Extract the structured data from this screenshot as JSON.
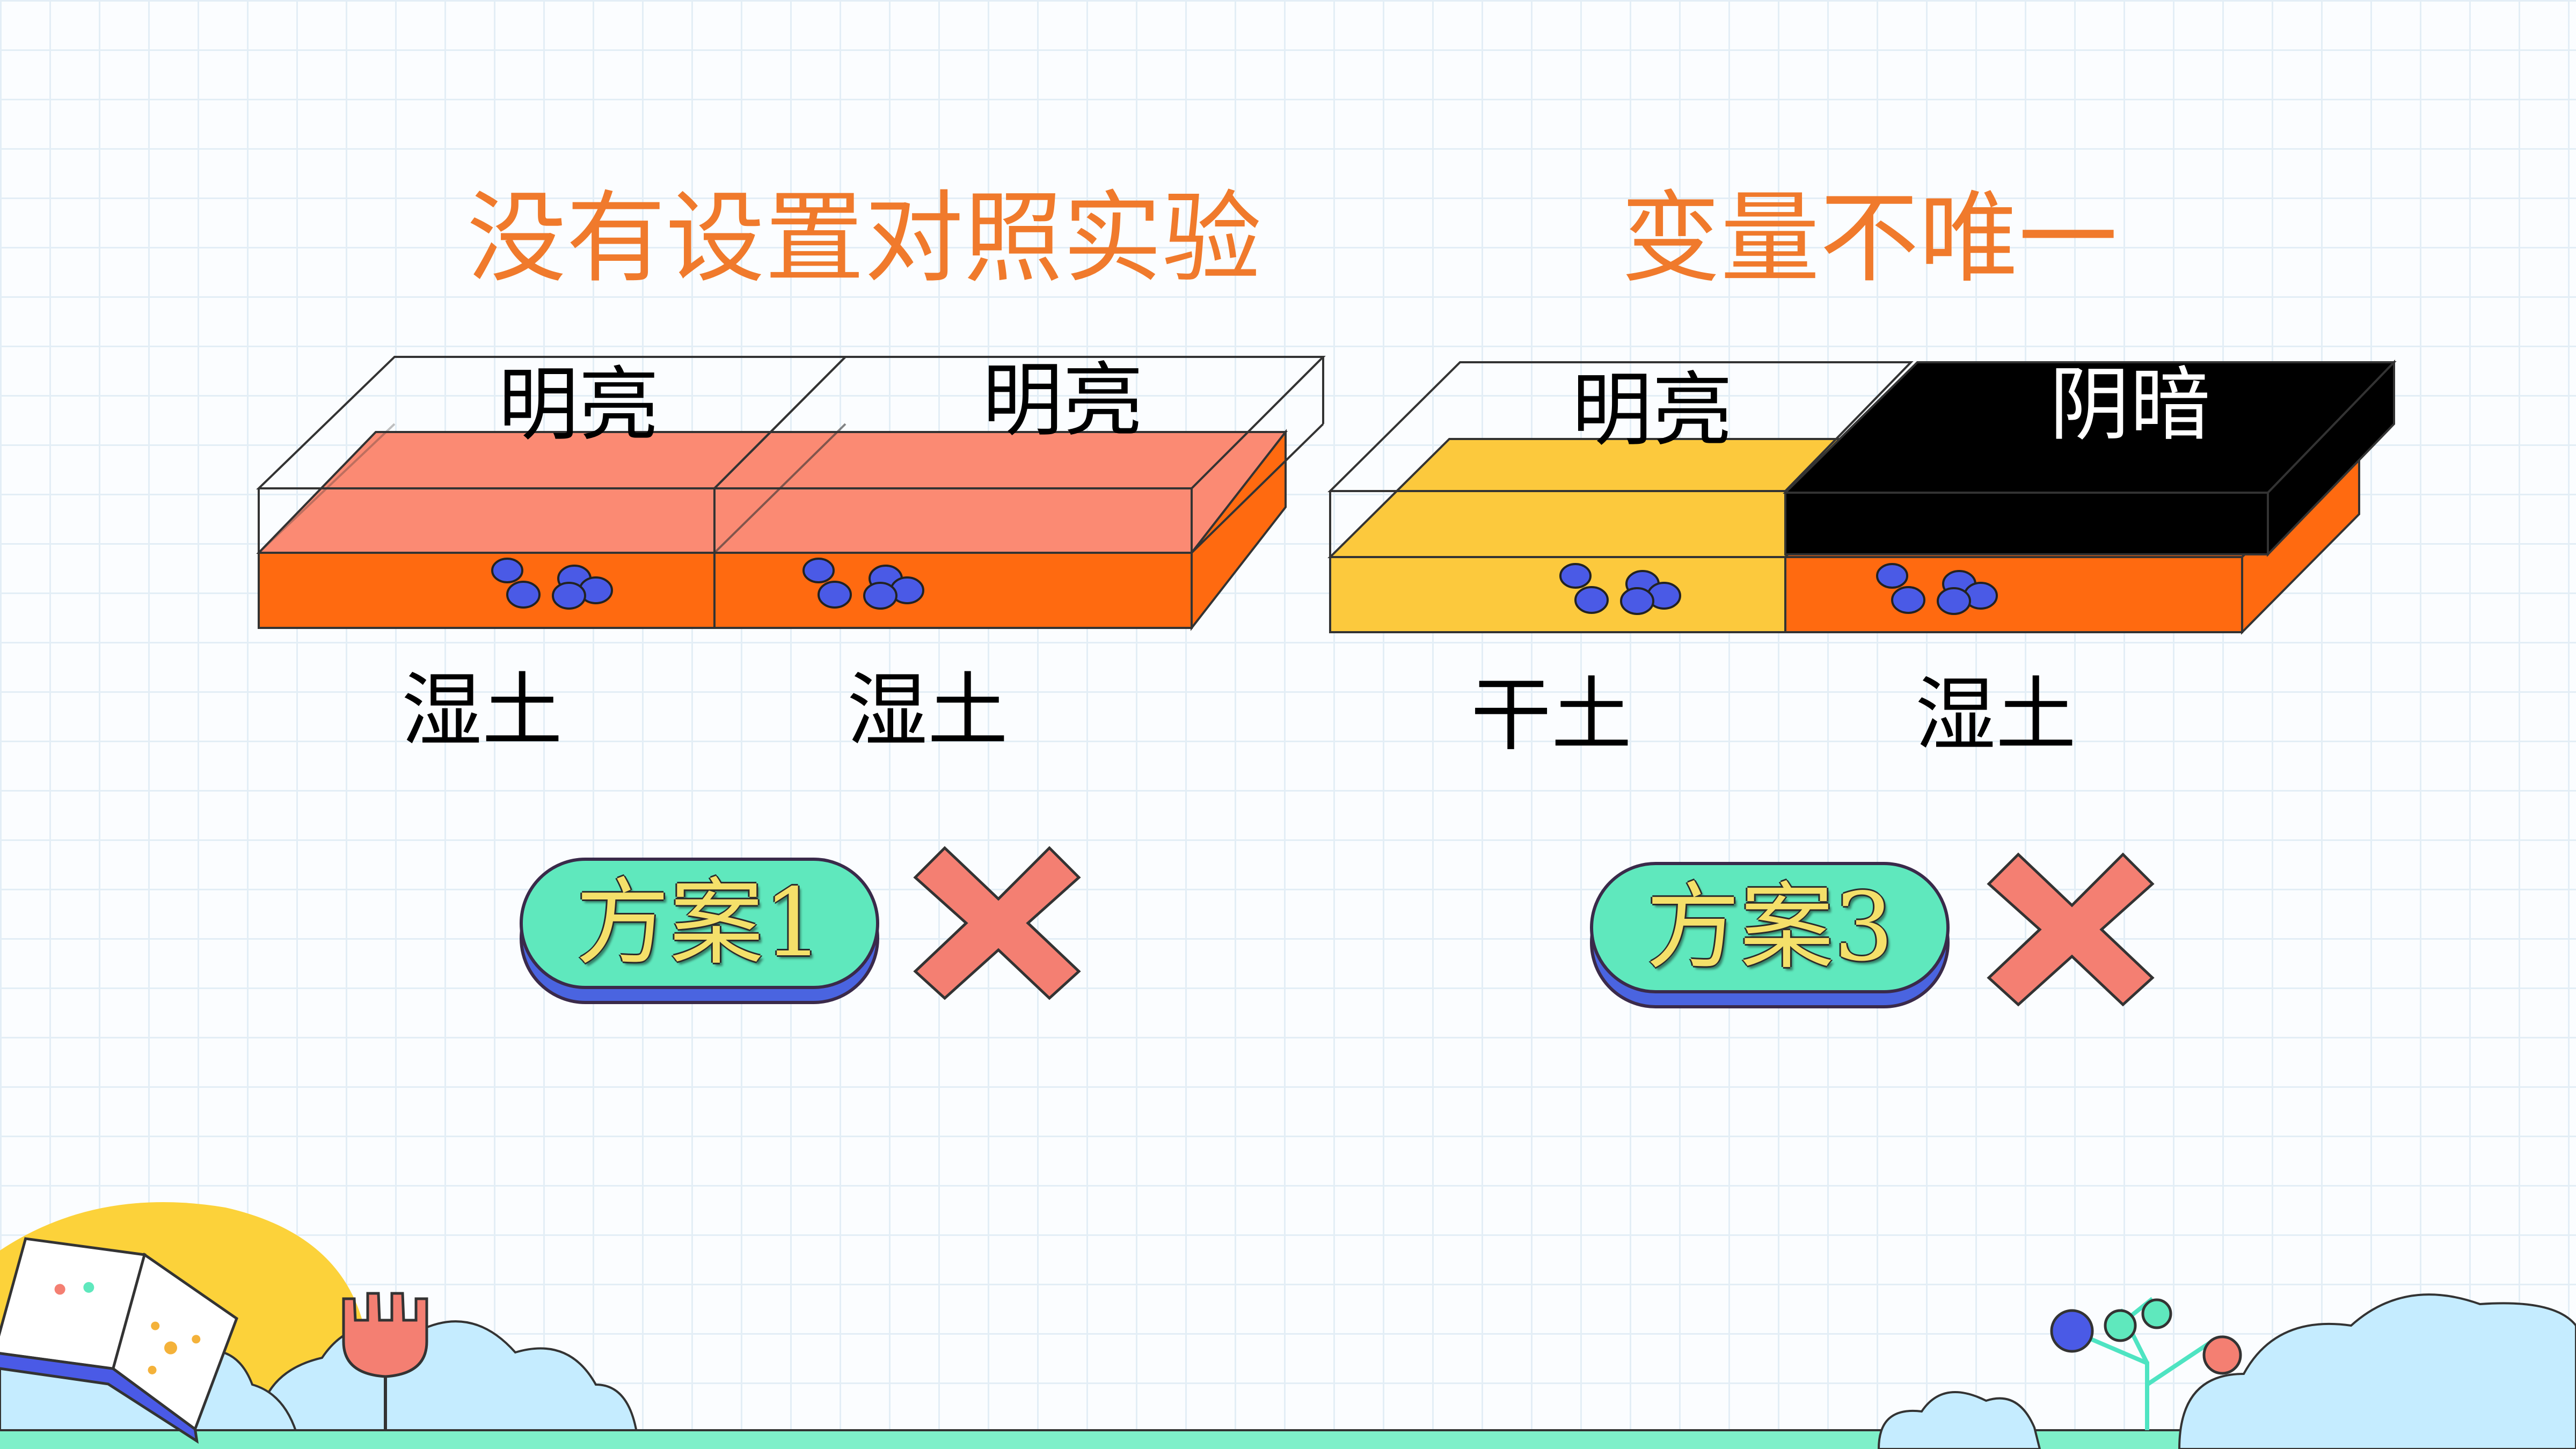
{
  "left": {
    "title": "没有设置对照实验",
    "box1_label": "明亮",
    "box2_label": "明亮",
    "soil1": "湿土",
    "soil2": "湿土",
    "plan": "方案1"
  },
  "right": {
    "title": "变量不唯一",
    "box1_label": "明亮",
    "box2_label": "阴暗",
    "soil1": "干土",
    "soil2": "湿土",
    "plan": "方案3"
  },
  "colors": {
    "title": "#f07a2c",
    "wet_soil_front": "#ff6a10",
    "wet_soil_top": "#fb8a73",
    "dry_soil": "#fcc93d",
    "dark_cover": "#000000",
    "insects": "#4a5ae6",
    "pill": "#5fe8bd",
    "cross": "#f47f72"
  },
  "icons": [
    "cross-icon",
    "book-icon",
    "flower-icon",
    "balloon-tree-icon",
    "insect-icon"
  ]
}
